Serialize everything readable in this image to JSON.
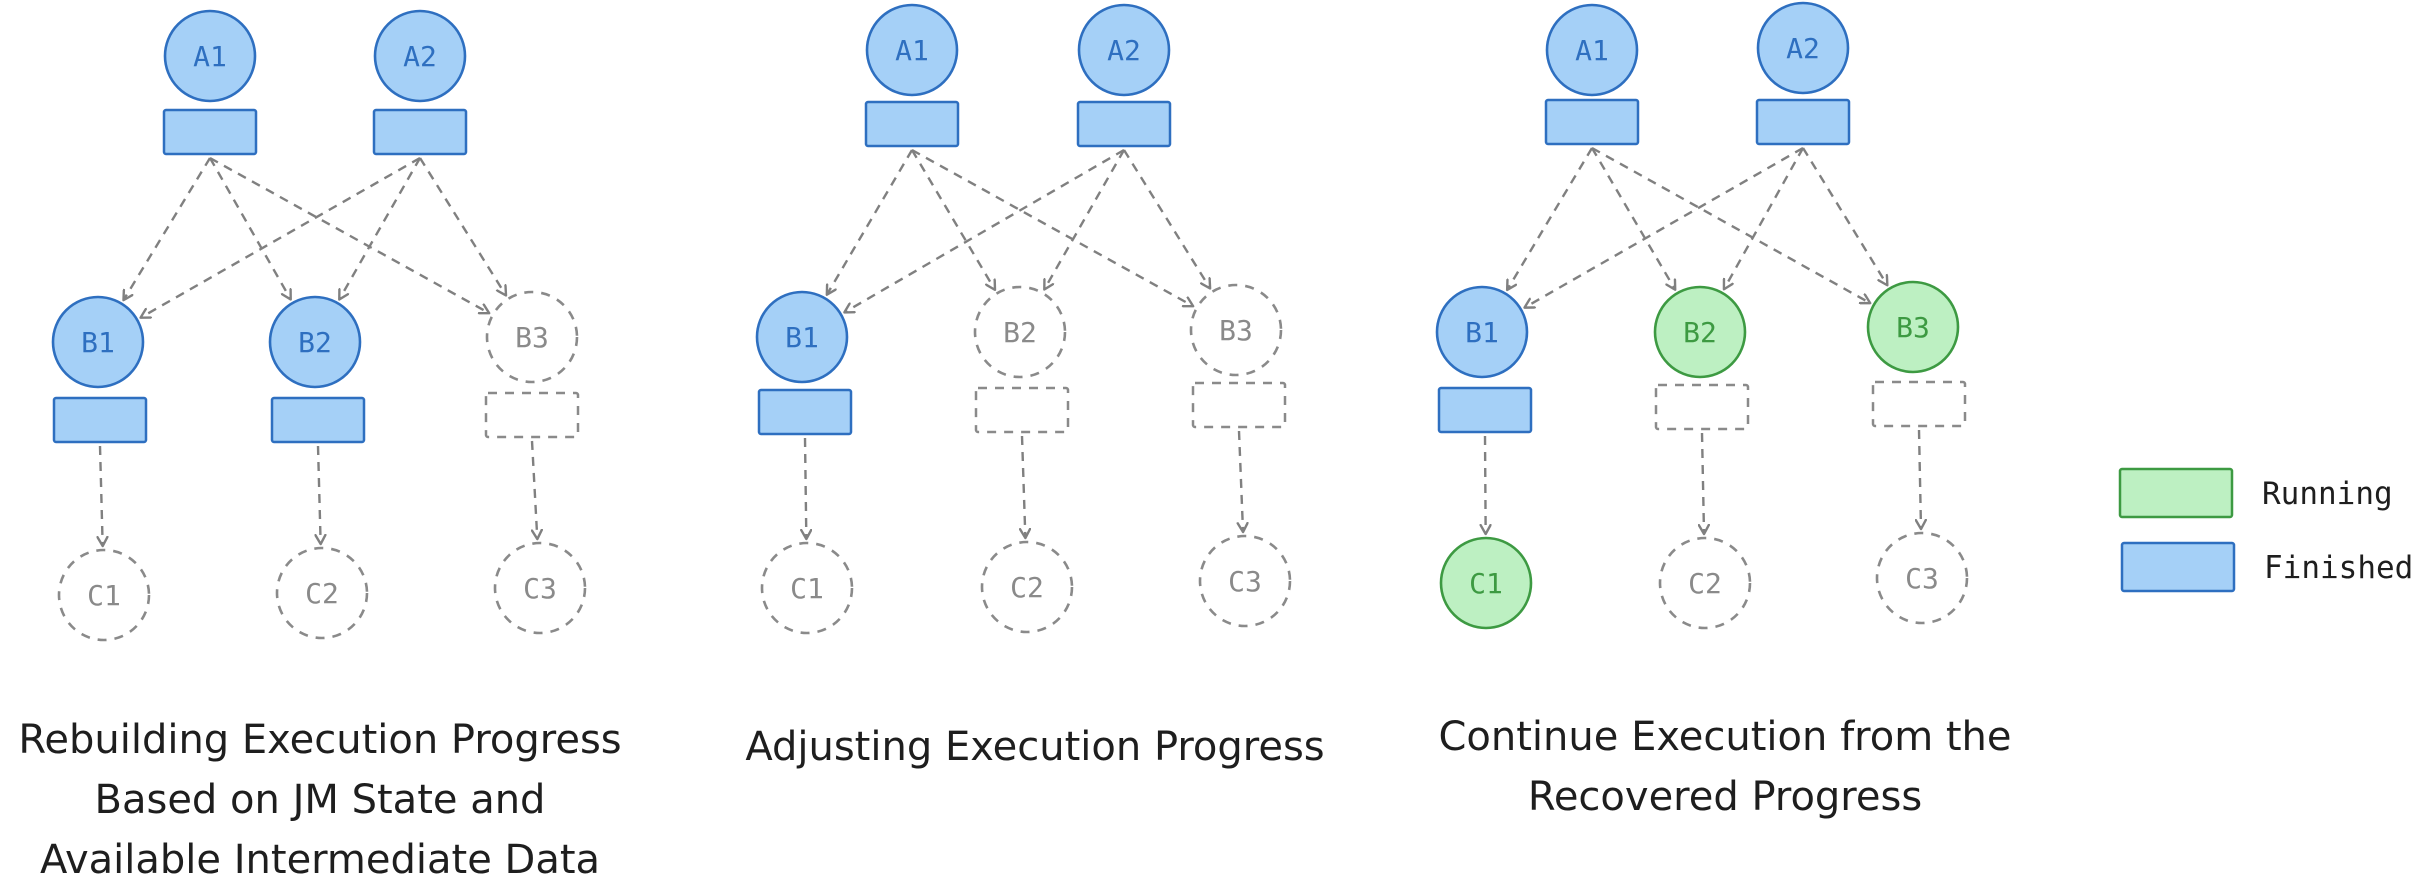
{
  "colors": {
    "finished_fill": "#a5d0f7",
    "finished_stroke": "#2e6fc0",
    "running_fill": "#bdf0c2",
    "running_stroke": "#3d9a42",
    "pending_stroke": "#8a8a8a",
    "edge": "#808080"
  },
  "legend": {
    "running": "Running",
    "finished": "Finished"
  },
  "panels": [
    {
      "caption": [
        "Rebuilding Execution Progress",
        "Based on JM State and",
        "Available Intermediate Data"
      ],
      "nodes": [
        {
          "id": "A1",
          "label": "A1",
          "state": "finished",
          "output": "finished"
        },
        {
          "id": "A2",
          "label": "A2",
          "state": "finished",
          "output": "finished"
        },
        {
          "id": "B1",
          "label": "B1",
          "state": "finished",
          "output": "finished"
        },
        {
          "id": "B2",
          "label": "B2",
          "state": "finished",
          "output": "finished"
        },
        {
          "id": "B3",
          "label": "B3",
          "state": "pending",
          "output": "pending"
        },
        {
          "id": "C1",
          "label": "C1",
          "state": "pending"
        },
        {
          "id": "C2",
          "label": "C2",
          "state": "pending"
        },
        {
          "id": "C3",
          "label": "C3",
          "state": "pending"
        }
      ]
    },
    {
      "caption": [
        "Adjusting Execution Progress"
      ],
      "nodes": [
        {
          "id": "A1",
          "label": "A1",
          "state": "finished",
          "output": "finished"
        },
        {
          "id": "A2",
          "label": "A2",
          "state": "finished",
          "output": "finished"
        },
        {
          "id": "B1",
          "label": "B1",
          "state": "finished",
          "output": "finished"
        },
        {
          "id": "B2",
          "label": "B2",
          "state": "pending",
          "output": "pending"
        },
        {
          "id": "B3",
          "label": "B3",
          "state": "pending",
          "output": "pending"
        },
        {
          "id": "C1",
          "label": "C1",
          "state": "pending"
        },
        {
          "id": "C2",
          "label": "C2",
          "state": "pending"
        },
        {
          "id": "C3",
          "label": "C3",
          "state": "pending"
        }
      ]
    },
    {
      "caption": [
        "Continue Execution from the",
        "Recovered Progress"
      ],
      "nodes": [
        {
          "id": "A1",
          "label": "A1",
          "state": "finished",
          "output": "finished"
        },
        {
          "id": "A2",
          "label": "A2",
          "state": "finished",
          "output": "finished"
        },
        {
          "id": "B1",
          "label": "B1",
          "state": "finished",
          "output": "finished"
        },
        {
          "id": "B2",
          "label": "B2",
          "state": "running",
          "output": "pending"
        },
        {
          "id": "B3",
          "label": "B3",
          "state": "running",
          "output": "pending"
        },
        {
          "id": "C1",
          "label": "C1",
          "state": "running"
        },
        {
          "id": "C2",
          "label": "C2",
          "state": "pending"
        },
        {
          "id": "C3",
          "label": "C3",
          "state": "pending"
        }
      ]
    }
  ],
  "edges": [
    [
      "A1",
      "B1"
    ],
    [
      "A1",
      "B2"
    ],
    [
      "A1",
      "B3"
    ],
    [
      "A2",
      "B1"
    ],
    [
      "A2",
      "B2"
    ],
    [
      "A2",
      "B3"
    ],
    [
      "B1",
      "C1"
    ],
    [
      "B2",
      "C2"
    ],
    [
      "B3",
      "C3"
    ]
  ]
}
